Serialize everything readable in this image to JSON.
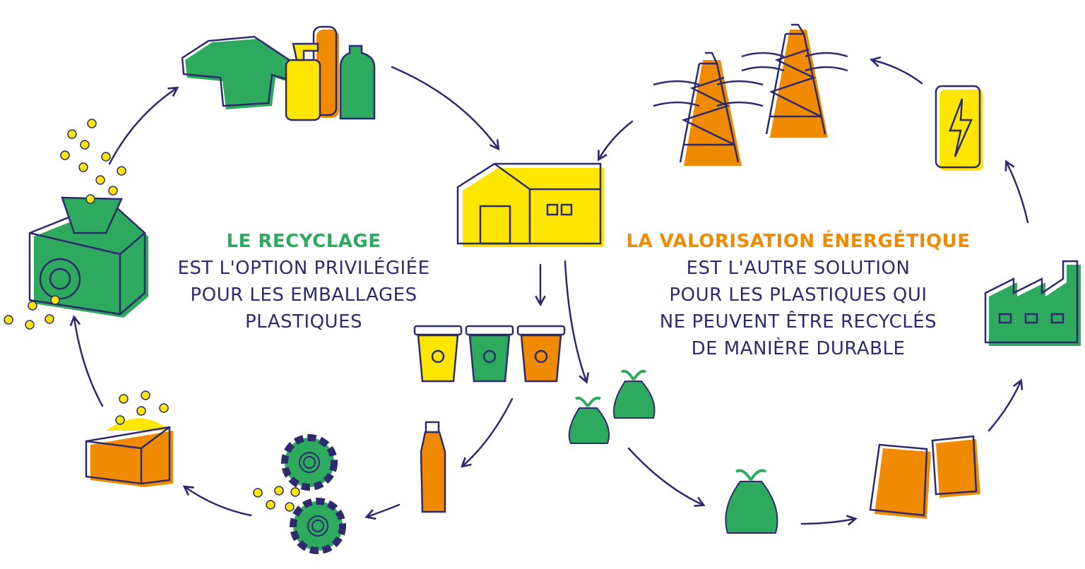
{
  "colors": {
    "navy": "#2e2a6e",
    "green": "#2eaa5e",
    "orange": "#f08a00",
    "yellow": "#ffe600"
  },
  "recycling": {
    "title": "LE RECYCLAGE",
    "lines": [
      "EST L'OPTION PRIVILÉGIÉE",
      "POUR LES EMBALLAGES",
      "PLASTIQUES"
    ]
  },
  "energy_recovery": {
    "title": "LA VALORISATION ÉNERGÉTIQUE",
    "lines": [
      "EST L'AUTRE SOLUTION",
      "POUR LES PLASTIQUES QUI",
      "NE PEUVENT ÊTRE RECYCLÉS",
      "DE MANIÈRE DURABLE"
    ]
  },
  "icons": [
    "sweater-icon",
    "bottles-icon",
    "house-icon",
    "sorting-bins-icon",
    "trash-bags-icon",
    "trash-bag-icon",
    "sacks-icon",
    "factory-icon",
    "battery-icon",
    "pylons-icon",
    "shredder-machine-icon",
    "pellets-box-icon",
    "gears-icon",
    "plastic-bottle-icon"
  ]
}
